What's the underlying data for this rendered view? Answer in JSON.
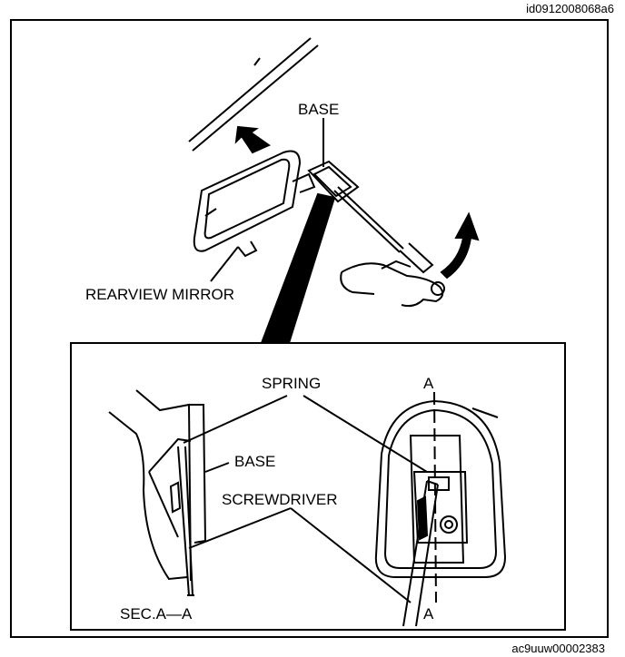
{
  "figure_codes": {
    "top": "id0912008068a6",
    "bottom": "ac9uuw00002383"
  },
  "labels": {
    "base_top": "BASE",
    "rearview_mirror": "REARVIEW MIRROR",
    "spring": "SPRING",
    "section_marker_top": "A",
    "section_marker_bottom": "A",
    "base_detail": "BASE",
    "screwdriver": "SCREWDRIVER",
    "section_caption": "SEC.A—A"
  }
}
